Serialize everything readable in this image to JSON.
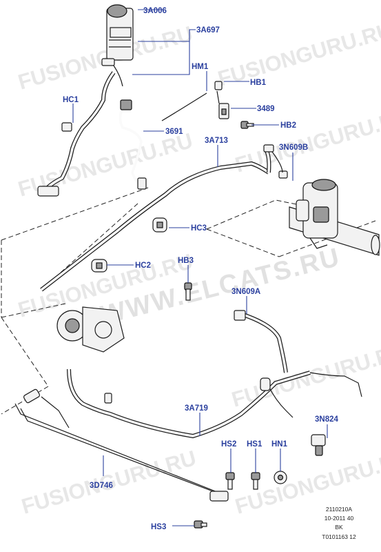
{
  "watermarks": {
    "site": "FUSIONGURU.RU",
    "elcats": "WWW.ELCATS.RU"
  },
  "labels": {
    "l_3A006": "3A006",
    "l_3A697": "3A697",
    "l_HM1": "HM1",
    "l_HB1": "HB1",
    "l_HC1": "HC1",
    "l_3489": "3489",
    "l_3691": "3691",
    "l_HB2": "HB2",
    "l_3A713": "3A713",
    "l_3N609B": "3N609B",
    "l_HC3": "HC3",
    "l_HC2": "HC2",
    "l_HB3": "HB3",
    "l_3N609A": "3N609A",
    "l_3A719": "3A719",
    "l_3N824": "3N824",
    "l_HS2": "HS2",
    "l_HS1": "HS1",
    "l_HN1": "HN1",
    "l_3D746": "3D746",
    "l_HS3": "HS3"
  },
  "reference": {
    "line1": "2110210A",
    "line2": "10-2011 40",
    "line3": "BK",
    "line4": "T0101163 12"
  },
  "colors": {
    "label": "#2a3f9e",
    "line_art": "#1b1b1b",
    "watermark": "#d4d4d4"
  }
}
